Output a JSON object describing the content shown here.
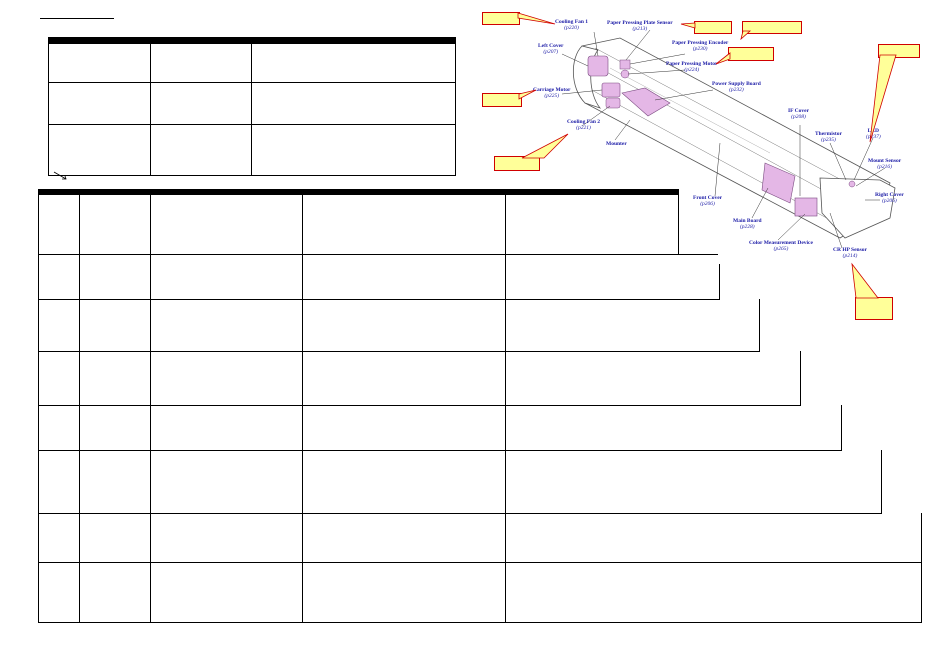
{
  "diagram": {
    "labels": [
      {
        "name": "Cooling Fan 1",
        "ref": "(p220)"
      },
      {
        "name": "Paper Pressing Plate Sensor",
        "ref": "(p213)"
      },
      {
        "name": "Left Cover",
        "ref": "(p207)"
      },
      {
        "name": "Paper Pressing Encoder",
        "ref": "(p230)"
      },
      {
        "name": "Paper Pressing Motor",
        "ref": "(p224)"
      },
      {
        "name": "Carriage Motor",
        "ref": "(p225)"
      },
      {
        "name": "Power Supply Board",
        "ref": "(p232)"
      },
      {
        "name": "Cooling Fan 2",
        "ref": "(p221)"
      },
      {
        "name": "Mounter",
        "ref": ""
      },
      {
        "name": "IF Cover",
        "ref": "(p208)"
      },
      {
        "name": "Thermistor",
        "ref": "(p235)"
      },
      {
        "name": "LED",
        "ref": "(p237)"
      },
      {
        "name": "Mount Sensor",
        "ref": "(p216)"
      },
      {
        "name": "Front Cover",
        "ref": "(p206)"
      },
      {
        "name": "Right Cover",
        "ref": "(p206)"
      },
      {
        "name": "Main Board",
        "ref": "(p228)"
      },
      {
        "name": "Color Measurement Device",
        "ref": "(p265)"
      },
      {
        "name": "CR HP Sensor",
        "ref": "(p214)"
      }
    ]
  },
  "colors": {
    "label_text": "#1a1aa6",
    "callout_fill": "#ffff99",
    "callout_border": "#d00000",
    "part_fill": "#e4b7e6",
    "rule": "#000000"
  }
}
